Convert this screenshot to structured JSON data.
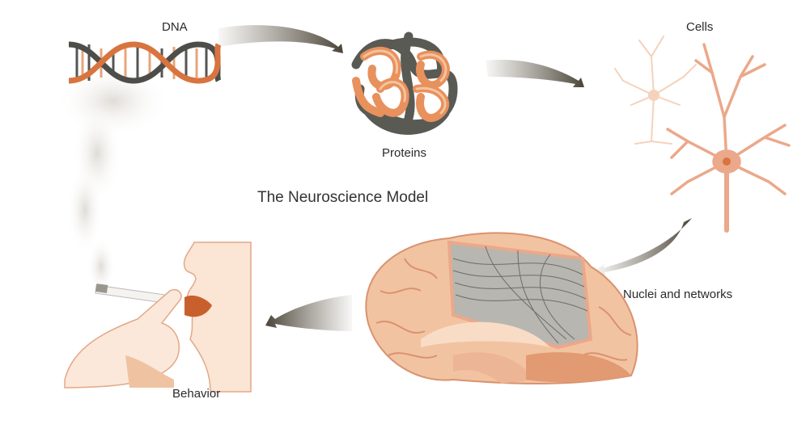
{
  "title": "The Neuroscience Model",
  "labels": {
    "dna": "DNA",
    "proteins": "Proteins",
    "cells": "Cells",
    "networks": "Nuclei and networks",
    "behavior": "Behavior"
  },
  "colors": {
    "skin": "#f2c9a8",
    "accent": "#e07a45",
    "dark": "#555550",
    "arrow": "#6b6354"
  }
}
